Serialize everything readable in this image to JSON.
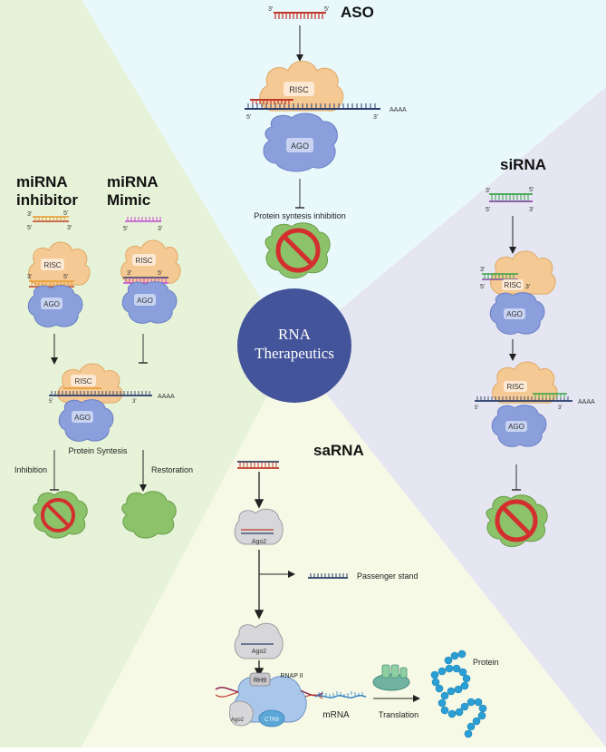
{
  "center": {
    "line1": "RNA",
    "line2": "Therapeutics"
  },
  "aso": {
    "title": "ASO",
    "risc": "RISC",
    "ago": "AGO",
    "polya": "AAAA",
    "end5": "5'",
    "end3": "3'",
    "inhibition_text": "Protein syntesis inhibition"
  },
  "sirna": {
    "title": "siRNA",
    "risc": "RISC",
    "ago": "AGO",
    "polya": "AAAA"
  },
  "mirna": {
    "inhibitor_title_1": "miRNA",
    "inhibitor_title_2": "inhibitor",
    "mimic_title_1": "miRNA",
    "mimic_title_2": "Mimic",
    "risc": "RISC",
    "ago": "AGO",
    "polya": "AAAA",
    "protein_synthesis": "Protein Syntesis",
    "inhibition": "Inhibition",
    "restoration": "Restoration"
  },
  "sarna": {
    "title": "saRNA",
    "ago2": "Ago2",
    "passenger": "Passenger stand",
    "rh9": "RH9",
    "rnap": "RNAP II",
    "ctr9": "CTR9",
    "mrna": "mRNA",
    "translation": "Translation",
    "protein": "Protein"
  },
  "colors": {
    "left_bg": "#e8f4da",
    "top_bg": "#e9f8fb",
    "right_bg": "#e7e8f2",
    "bottom_bg": "#f6f9e8",
    "center_circle": "#44549a",
    "risc": "#f5c994",
    "ago": "#8a9fdc",
    "cell": "#8cc26a",
    "block": "#d32f2f",
    "protein": "#2a9fd6"
  }
}
